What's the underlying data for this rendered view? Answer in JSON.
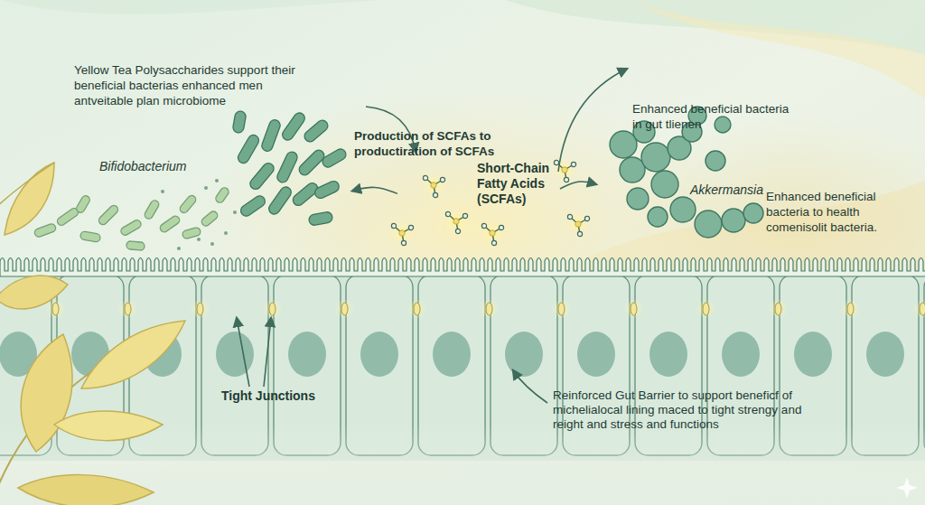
{
  "diagram": {
    "nodes": [
      {
        "text": [
          "Bifidobacterium"
        ]
      },
      {
        "text": [
          "Short-Chain Fatty Acids (SCFAs)"
        ]
      },
      {
        "text": [
          "Akkermansia"
        ]
      },
      {
        "text": [
          "Tight Junctions",
          "Reinforced Gut Barrier to support beneficf of michelialocal lining maced to tight strengy and reight and stress and functions"
        ]
      }
    ],
    "edges": [
      {
        "from": 1,
        "to": 0,
        "arrow": "to"
      },
      {
        "from": 1,
        "to": 2,
        "arrow": "to"
      }
    ],
    "labels": [
      "Yellow Tea Polysaccharides support their beneficial bacterias enhanced men antveitable plan microbiome",
      "Production of SCFAs to productiration of SCFAs",
      "Enhanced beneficial bacteria in gut tlienen",
      "Enhanced beneficial bacteria to health comenisolit bacteria."
    ]
  }
}
